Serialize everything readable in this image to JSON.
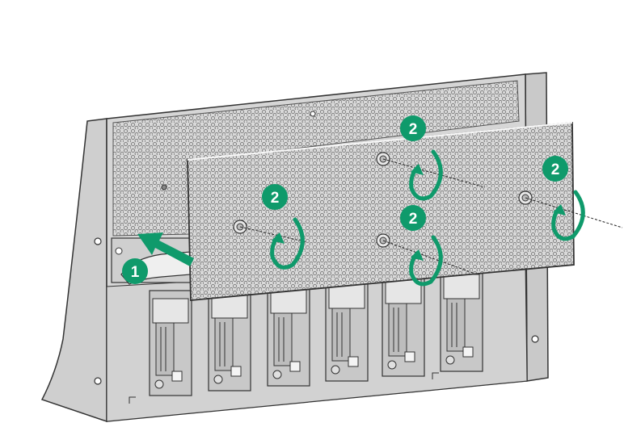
{
  "diagram": {
    "step_labels": {
      "step1": "1",
      "step2a": "2",
      "step2b": "2",
      "step2c": "2",
      "step2d": "2"
    },
    "colors": {
      "callout": "#0f9a6b",
      "callout_text": "#ffffff",
      "chassis_face": "#d6d6d6",
      "chassis_side": "#c9c9c9",
      "panel_face": "#dcdcdc",
      "outline": "#333333"
    },
    "icons": {
      "step1": "straight-arrow-icon",
      "step2": "rotate-counterclockwise-icon"
    }
  }
}
